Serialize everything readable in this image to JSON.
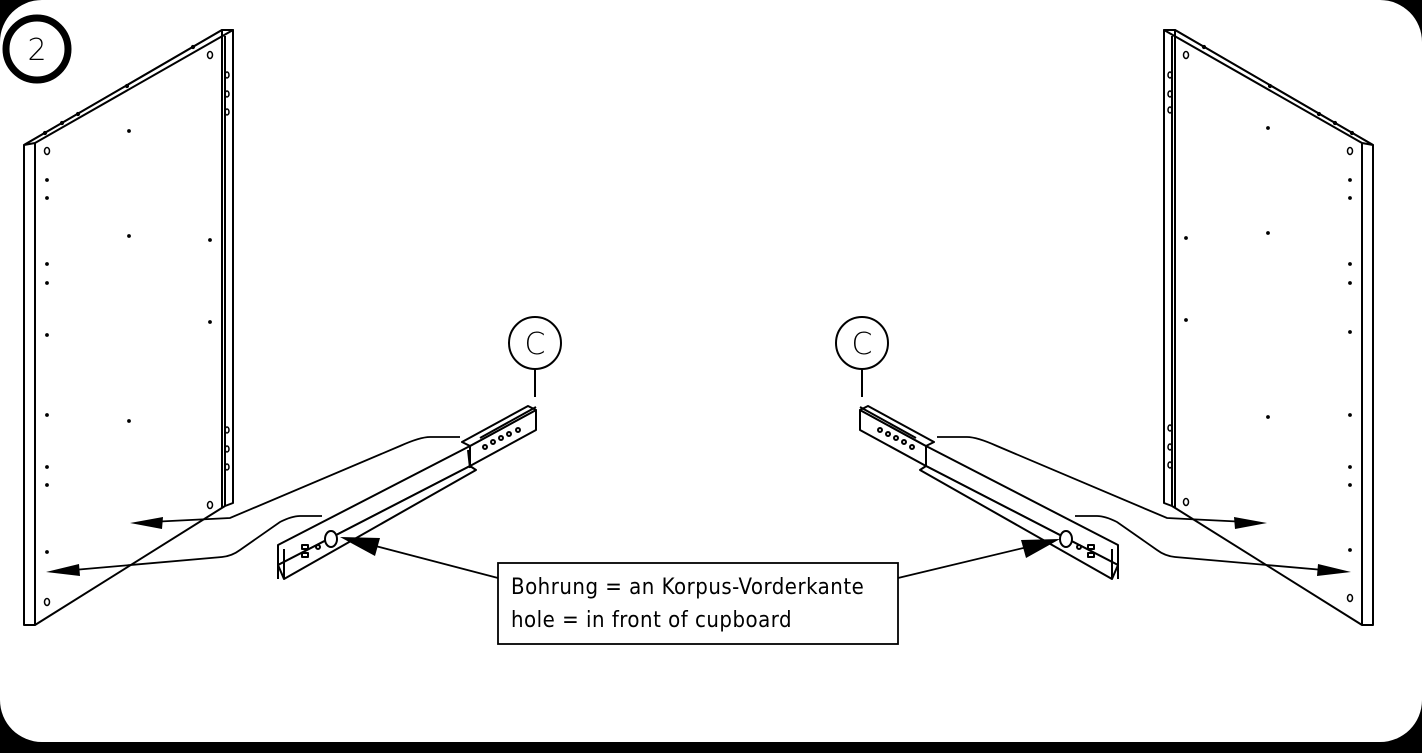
{
  "step": {
    "number": "2"
  },
  "part_labels": {
    "left": "C",
    "right": "C"
  },
  "note": {
    "line1": "Bohrung = an Korpus-Vorderkante",
    "line2": "hole = in front of cupboard"
  },
  "colors": {
    "background": "#ffffff",
    "frame": "#000000",
    "ink": "#000000"
  }
}
